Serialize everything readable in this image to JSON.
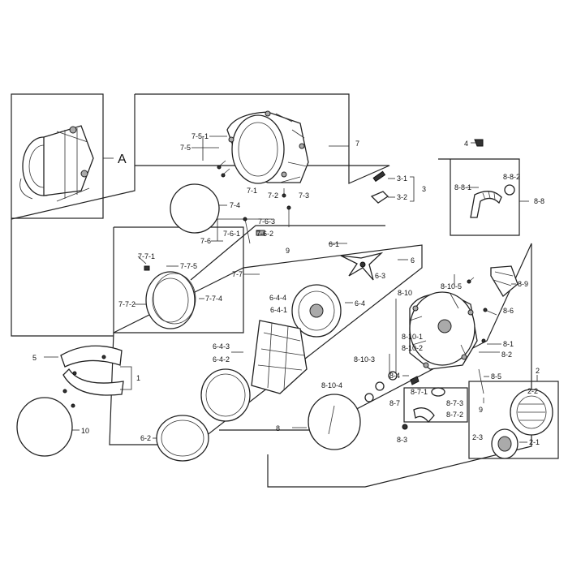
{
  "callouts": {
    "A": "A",
    "c1": "1",
    "c2": "2",
    "c2_1": "2-1",
    "c2_2": "2-2",
    "c2_3": "2-3",
    "c3": "3",
    "c3_1": "3-1",
    "c3_2": "3-2",
    "c4": "4",
    "c5": "5",
    "c6": "6",
    "c6_1": "6-1",
    "c6_2": "6-2",
    "c6_3": "6-3",
    "c6_4": "6-4",
    "c6_4_1": "6-4-1",
    "c6_4_2": "6-4-2",
    "c6_4_3": "6-4-3",
    "c6_4_4": "6-4-4",
    "c7": "7",
    "c7_1": "7-1",
    "c7_2": "7-2",
    "c7_3": "7-3",
    "c7_4": "7-4",
    "c7_5": "7-5",
    "c7_5_1": "7-5-1",
    "c7_6": "7-6",
    "c7_6_1": "7-6-1",
    "c7_6_2": "7-6-2",
    "c7_6_3": "7-6-3",
    "c7_7": "7-7",
    "c7_7_1": "7-7-1",
    "c7_7_2": "7-7-2",
    "c7_7_4": "7-7-4",
    "c7_7_5": "7-7-5",
    "c8": "8",
    "c8_1": "8-1",
    "c8_2": "8-2",
    "c8_3": "8-3",
    "c8_4": "8-4",
    "c8_5": "8-5",
    "c8_6": "8-6",
    "c8_7": "8-7",
    "c8_7_1": "8-7-1",
    "c8_7_2": "8-7-2",
    "c8_7_3": "8-7-3",
    "c8_8": "8-8",
    "c8_8_1": "8-8-1",
    "c8_8_2": "8-8-2",
    "c8_9": "8-9",
    "c8_10": "8-10",
    "c8_10_1": "8-10-1",
    "c8_10_2": "8-10-2",
    "c8_10_3": "8-10-3",
    "c8_10_4": "8-10-4",
    "c8_10_5": "8-10-5",
    "c9a": "9",
    "c9b": "9",
    "c10": "10"
  }
}
